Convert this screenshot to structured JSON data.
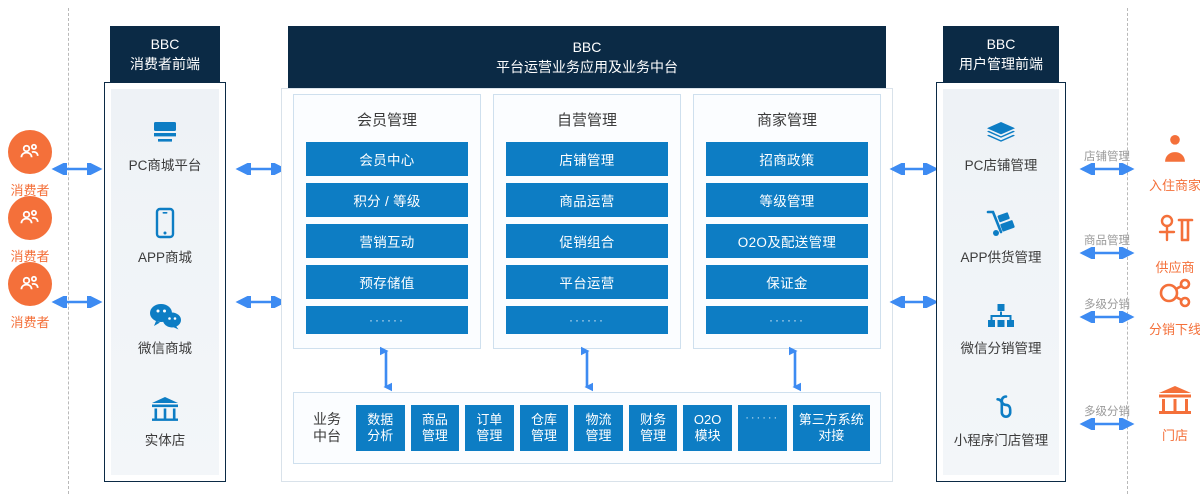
{
  "left_actors": [
    {
      "label": "消费者",
      "icon": "consumers-icon"
    },
    {
      "label": "消费者",
      "icon": "consumers-icon"
    },
    {
      "label": "消费者",
      "icon": "consumers-icon"
    }
  ],
  "left_panel": {
    "header": {
      "line1": "BBC",
      "line2": "消费者前端"
    },
    "items": [
      {
        "label": "PC商城平台",
        "icon": "pc-mall-icon"
      },
      {
        "label": "APP商城",
        "icon": "mobile-phone-icon"
      },
      {
        "label": "微信商城",
        "icon": "wechat-icon"
      },
      {
        "label": "实体店",
        "icon": "storefront-icon"
      }
    ]
  },
  "center_panel": {
    "header": {
      "line1": "BBC",
      "line2": "平台运营业务应用及业务中台"
    },
    "cards": [
      {
        "title": "会员管理",
        "items": [
          "会员中心",
          "积分 / 等级",
          "营销互动",
          "预存储值",
          "······"
        ]
      },
      {
        "title": "自营管理",
        "items": [
          "店铺管理",
          "商品运营",
          "促销组合",
          "平台运营",
          "······"
        ]
      },
      {
        "title": "商家管理",
        "items": [
          "招商政策",
          "等级管理",
          "O2O及配送管理",
          "保证金",
          "······"
        ]
      }
    ],
    "middle_platform": {
      "label_line1": "业务",
      "label_line2": "中台",
      "modules": [
        {
          "line1": "数据",
          "line2": "分析"
        },
        {
          "line1": "商品",
          "line2": "管理"
        },
        {
          "line1": "订单",
          "line2": "管理"
        },
        {
          "line1": "仓库",
          "line2": "管理"
        },
        {
          "line1": "物流",
          "line2": "管理"
        },
        {
          "line1": "财务",
          "line2": "管理"
        },
        {
          "line1": "O2O",
          "line2": "模块"
        },
        {
          "line1": "······",
          "line2": ""
        },
        {
          "line1": "第三方系统",
          "line2": "对接"
        }
      ]
    }
  },
  "right_panel": {
    "header": {
      "line1": "BBC",
      "line2": "用户管理前端"
    },
    "items": [
      {
        "label": "PC店铺管理",
        "icon": "layers-icon"
      },
      {
        "label": "APP供货管理",
        "icon": "hand-truck-icon"
      },
      {
        "label": "微信分销管理",
        "icon": "org-tree-icon"
      },
      {
        "label": "小程序门店管理",
        "icon": "mini-program-icon"
      }
    ]
  },
  "right_actors": [
    {
      "label": "入住商家",
      "relation": "店铺管理",
      "icon": "merchant-person-icon"
    },
    {
      "label": "供应商",
      "relation": "商品管理",
      "icon": "supplier-icon"
    },
    {
      "label": "分销下线",
      "relation": "多级分销",
      "icon": "distribution-node-icon"
    },
    {
      "label": "门店",
      "relation": "多级分销",
      "icon": "storefront-icon"
    }
  ],
  "colors": {
    "header_navy": "#0b2a45",
    "chip_blue": "#0d7dc4",
    "arrow_blue": "#3d8bf2",
    "actor_orange": "#f4703a"
  }
}
